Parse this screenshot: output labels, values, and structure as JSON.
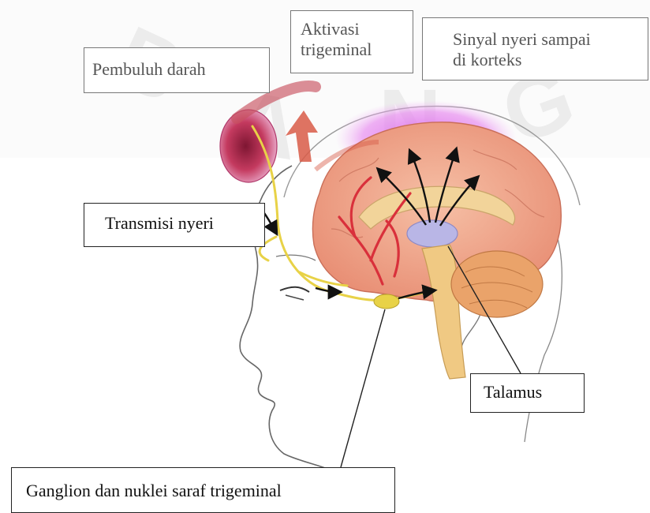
{
  "labels": {
    "pembuluh_darah": "Pembuluh darah",
    "aktivasi_line1": "Aktivasi",
    "aktivasi_line2": "trigeminal",
    "sinyal_line1": "Sinyal nyeri sampai",
    "sinyal_line2": "di korteks",
    "transmisi_nyeri": "Transmisi nyeri",
    "talamus": "Talamus",
    "ganglion": "Ganglion dan nuklei saraf trigeminal"
  },
  "watermark": "BANDUNG",
  "colors": {
    "brain": "#f0a38a",
    "cortex_glow": "#e07ae8",
    "artery": "#d9303b",
    "nerve": "#e8d247",
    "thalamus": "#b9b6e6",
    "cerebellum": "#eaa36a",
    "skin_outline": "#555555"
  }
}
